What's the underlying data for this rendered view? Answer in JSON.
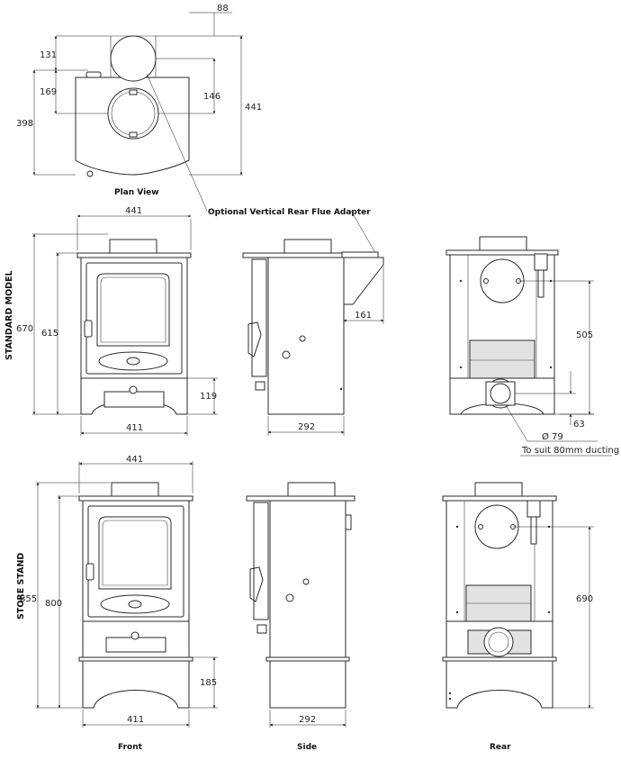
{
  "labels": {
    "plan_view": "Plan View",
    "flue_adapter": "Optional Vertical Rear Flue Adapter",
    "standard_model": "STANDARD MODEL",
    "store_stand": "STORE STAND",
    "front": "Front",
    "side": "Side",
    "rear": "Rear",
    "ducting": "To suit 80mm ducting"
  },
  "dims": {
    "plan_88": "88",
    "plan_131": "131",
    "plan_169": "169",
    "plan_146": "146",
    "plan_398": "398",
    "plan_441": "441",
    "std_width_top": "441",
    "std_height_670": "670",
    "std_height_615": "615",
    "std_119": "119",
    "std_width_bottom": "411",
    "std_side_161": "161",
    "std_side_292": "292",
    "std_rear_505": "505",
    "std_rear_63": "63",
    "std_rear_dia": "Ø 79",
    "stand_width_top": "441",
    "stand_height_855": "855",
    "stand_height_800": "800",
    "stand_185": "185",
    "stand_width_bottom": "411",
    "stand_side_292": "292",
    "stand_rear_690": "690"
  }
}
